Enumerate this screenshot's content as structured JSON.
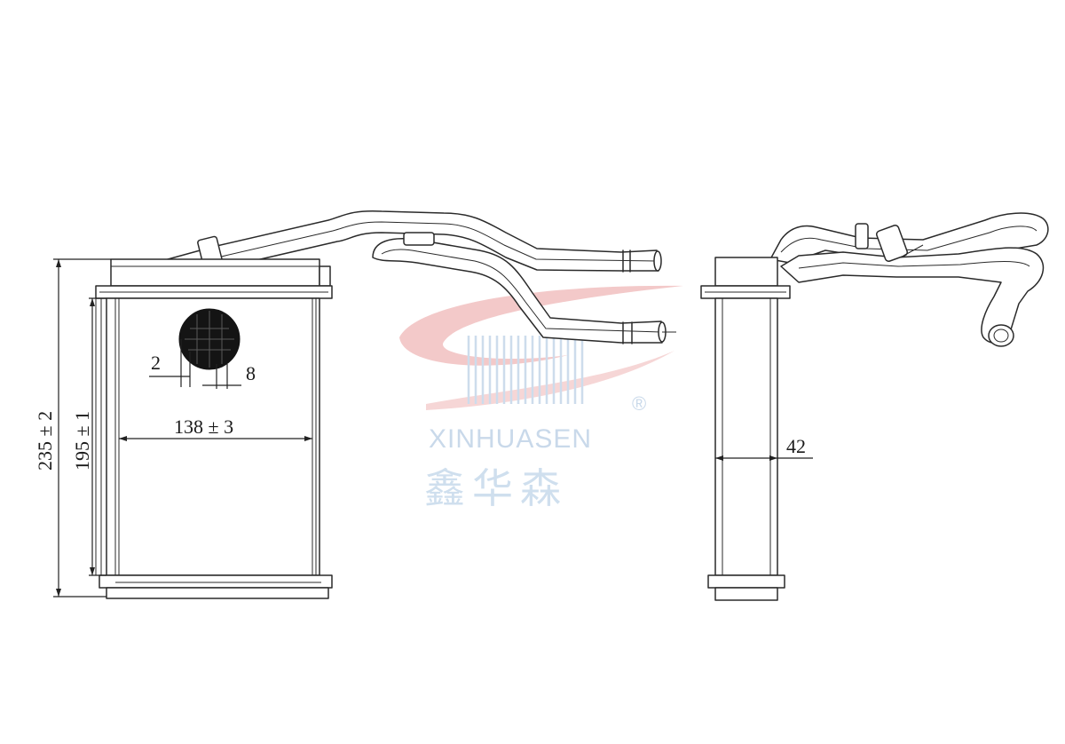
{
  "dimensions": {
    "overall_height": "235 ± 2",
    "core_height": "195 ± 1",
    "core_width": "138 ± 3",
    "depth": "42",
    "fin_pitch_left": "2",
    "fin_pitch_right": "8"
  },
  "watermark": {
    "brand_en": "XINHUASEN",
    "brand_cn": "鑫华森",
    "registered": "®"
  },
  "colors": {
    "line": "#2a2a2a",
    "watermark_swoosh": "#f3c9c9",
    "watermark_text": "#c9d9ea"
  }
}
